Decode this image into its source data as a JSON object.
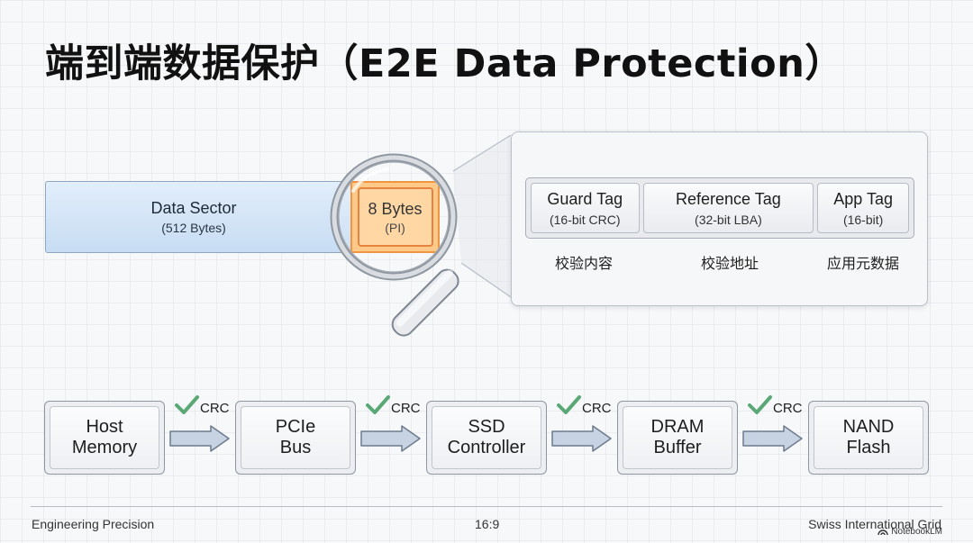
{
  "title": "端到端数据保护（E2E Data Protection）",
  "sector": {
    "data": {
      "label": "Data Sector",
      "sub": "(512 Bytes)"
    },
    "pi": {
      "label": "8 Bytes",
      "sub": "(PI)"
    }
  },
  "tags": [
    {
      "label": "Guard Tag",
      "sub": "(16-bit CRC)",
      "caption": "校验内容"
    },
    {
      "label": "Reference Tag",
      "sub": "(32-bit LBA)",
      "caption": "校验地址"
    },
    {
      "label": "App Tag",
      "sub": "(16-bit)",
      "caption": "应用元数据"
    }
  ],
  "pipeline": {
    "stages": [
      {
        "line1": "Host",
        "line2": "Memory"
      },
      {
        "line1": "PCIe",
        "line2": "Bus"
      },
      {
        "line1": "SSD",
        "line2": "Controller"
      },
      {
        "line1": "DRAM",
        "line2": "Buffer"
      },
      {
        "line1": "NAND",
        "line2": "Flash"
      }
    ],
    "check_label": "CRC"
  },
  "footer": {
    "left": "Engineering Precision",
    "center": "16:9",
    "right": "Swiss International Grid",
    "brand": "NotebookLM"
  },
  "colors": {
    "check_green": "#5aa876",
    "pi_orange": "#ef8b2c",
    "sector_blue": "#c7dcf3"
  },
  "icons": [
    "magnifier-icon",
    "check-icon",
    "right-arrow-icon",
    "notebooklm-logo-icon"
  ]
}
